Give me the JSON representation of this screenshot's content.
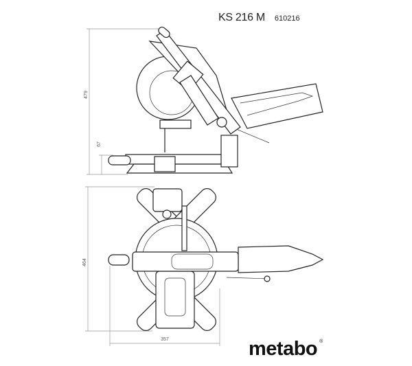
{
  "header": {
    "model": "KS 216 M",
    "part_number": "610216"
  },
  "dimensions": {
    "height_total": "479",
    "table_height": "67",
    "depth": "464",
    "width": "357"
  },
  "brand": {
    "logo_text": "metabo",
    "registered_mark": "®"
  }
}
